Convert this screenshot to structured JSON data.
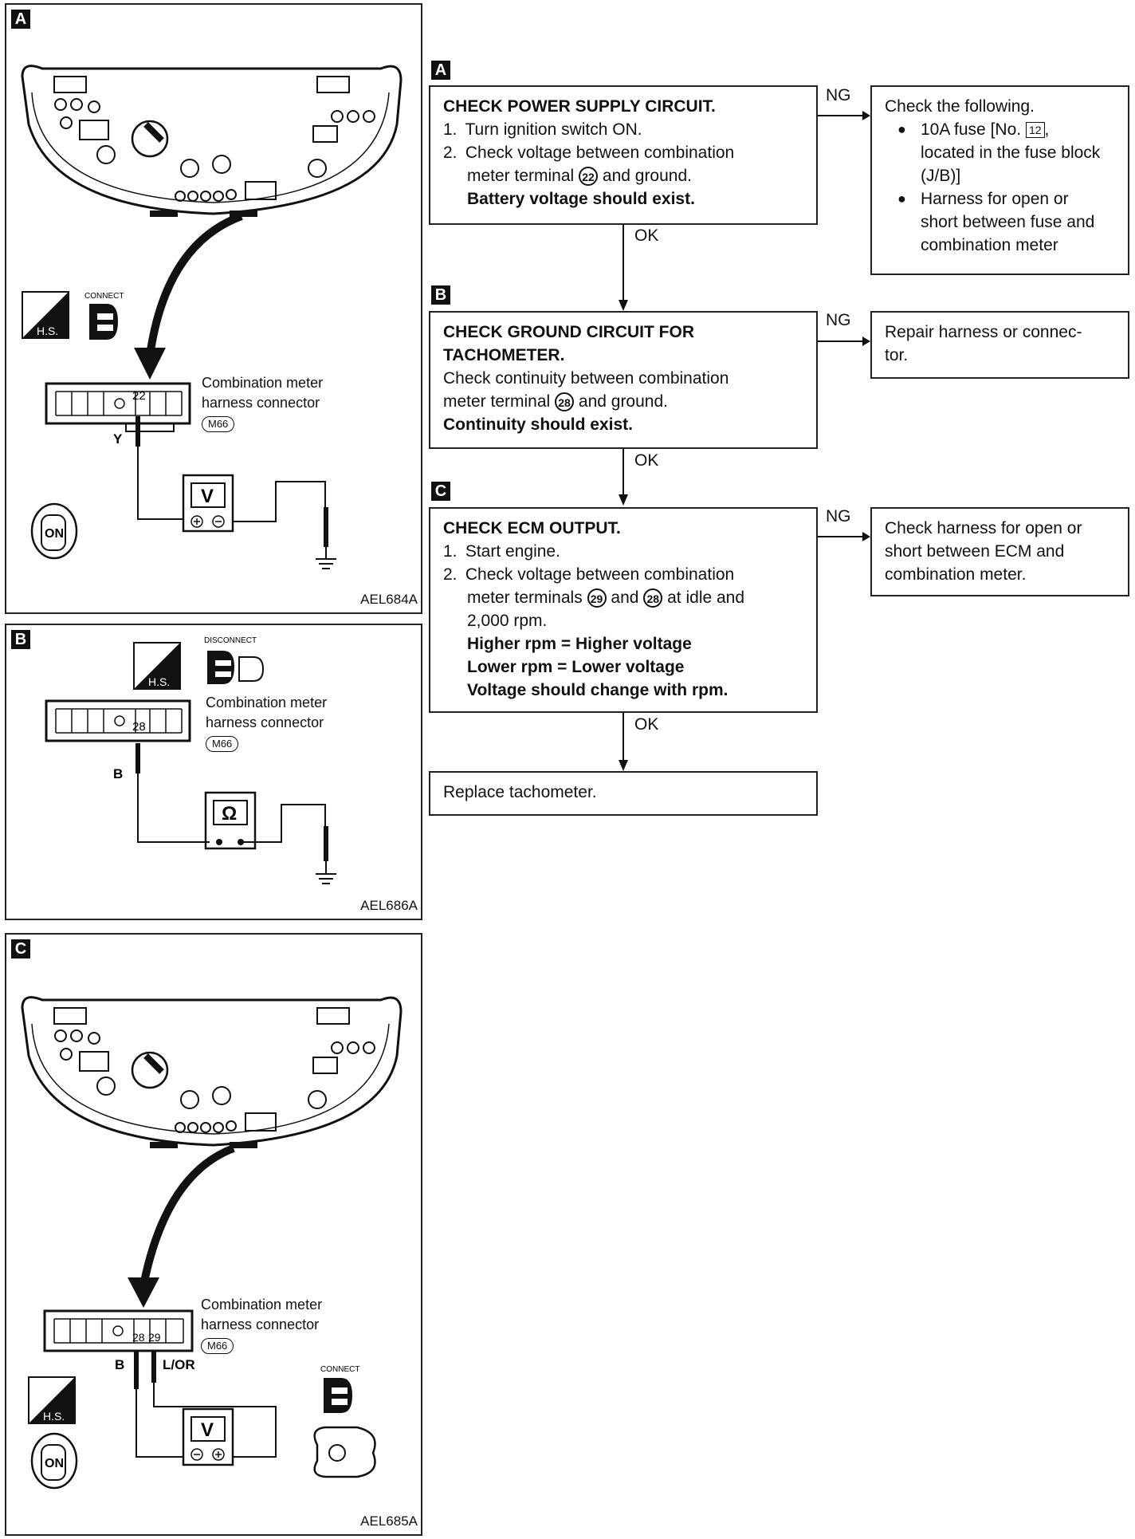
{
  "left": {
    "panel_a": {
      "tag": "A",
      "code": "AEL684A",
      "terminal": "22",
      "wire": "Y",
      "meter": "V",
      "conn_line1": "Combination meter",
      "conn_line2": "harness connector",
      "conn_id": "M66",
      "mode": "CONNECT",
      "hs": "H.S.",
      "key": "ON"
    },
    "panel_b": {
      "tag": "B",
      "code": "AEL686A",
      "terminal": "28",
      "wire": "B",
      "meter": "Ω",
      "conn_line1": "Combination meter",
      "conn_line2": "harness connector",
      "conn_id": "M66",
      "mode": "DISCONNECT",
      "hs": "H.S."
    },
    "panel_c": {
      "tag": "C",
      "code": "AEL685A",
      "terminal1": "28",
      "terminal2": "29",
      "wire1": "B",
      "wire2": "L/OR",
      "meter": "V",
      "conn_line1": "Combination meter",
      "conn_line2": "harness connector",
      "conn_id": "M66",
      "mode": "CONNECT",
      "hs": "H.S.",
      "key": "ON"
    }
  },
  "flow": {
    "step_a": {
      "tag": "A",
      "title": "CHECK POWER SUPPLY CIRCUIT.",
      "items": [
        "Turn ignition switch ON.",
        "Check voltage between combination"
      ],
      "line3a": "meter terminal",
      "terminal": "22",
      "line3b": "and ground.",
      "result": "Battery voltage should exist.",
      "ng": "NG",
      "ng_title": "Check the following.",
      "ng_b1a": "10A fuse [No.",
      "ng_fuse": "12",
      "ng_b1b": ",",
      "ng_b1c": "located in the fuse block",
      "ng_b1d": "(J/B)]",
      "ng_b2a": "Harness for open or",
      "ng_b2b": "short between fuse and",
      "ng_b2c": "combination meter",
      "ok": "OK"
    },
    "step_b": {
      "tag": "B",
      "title1": "CHECK GROUND CIRCUIT FOR",
      "title2": "TACHOMETER.",
      "line1": "Check continuity between combination",
      "line2a": "meter terminal",
      "terminal": "28",
      "line2b": "and ground.",
      "result": "Continuity should exist.",
      "ng": "NG",
      "ng_text1": "Repair harness or connec-",
      "ng_text2": "tor.",
      "ok": "OK"
    },
    "step_c": {
      "tag": "C",
      "title": "CHECK ECM OUTPUT.",
      "item1": "Start engine.",
      "item2": "Check voltage between combination",
      "line3a": "meter terminals",
      "t1": "29",
      "and": "and",
      "t2": "28",
      "line3b": "at idle and",
      "line4": "2,000 rpm.",
      "r1": "Higher rpm = Higher voltage",
      "r2": "Lower rpm = Lower voltage",
      "r3": "Voltage should change with rpm.",
      "ng": "NG",
      "ng_text1": "Check harness for open or",
      "ng_text2": "short between ECM and",
      "ng_text3": "combination meter.",
      "ok": "OK"
    },
    "final": "Replace tachometer."
  }
}
